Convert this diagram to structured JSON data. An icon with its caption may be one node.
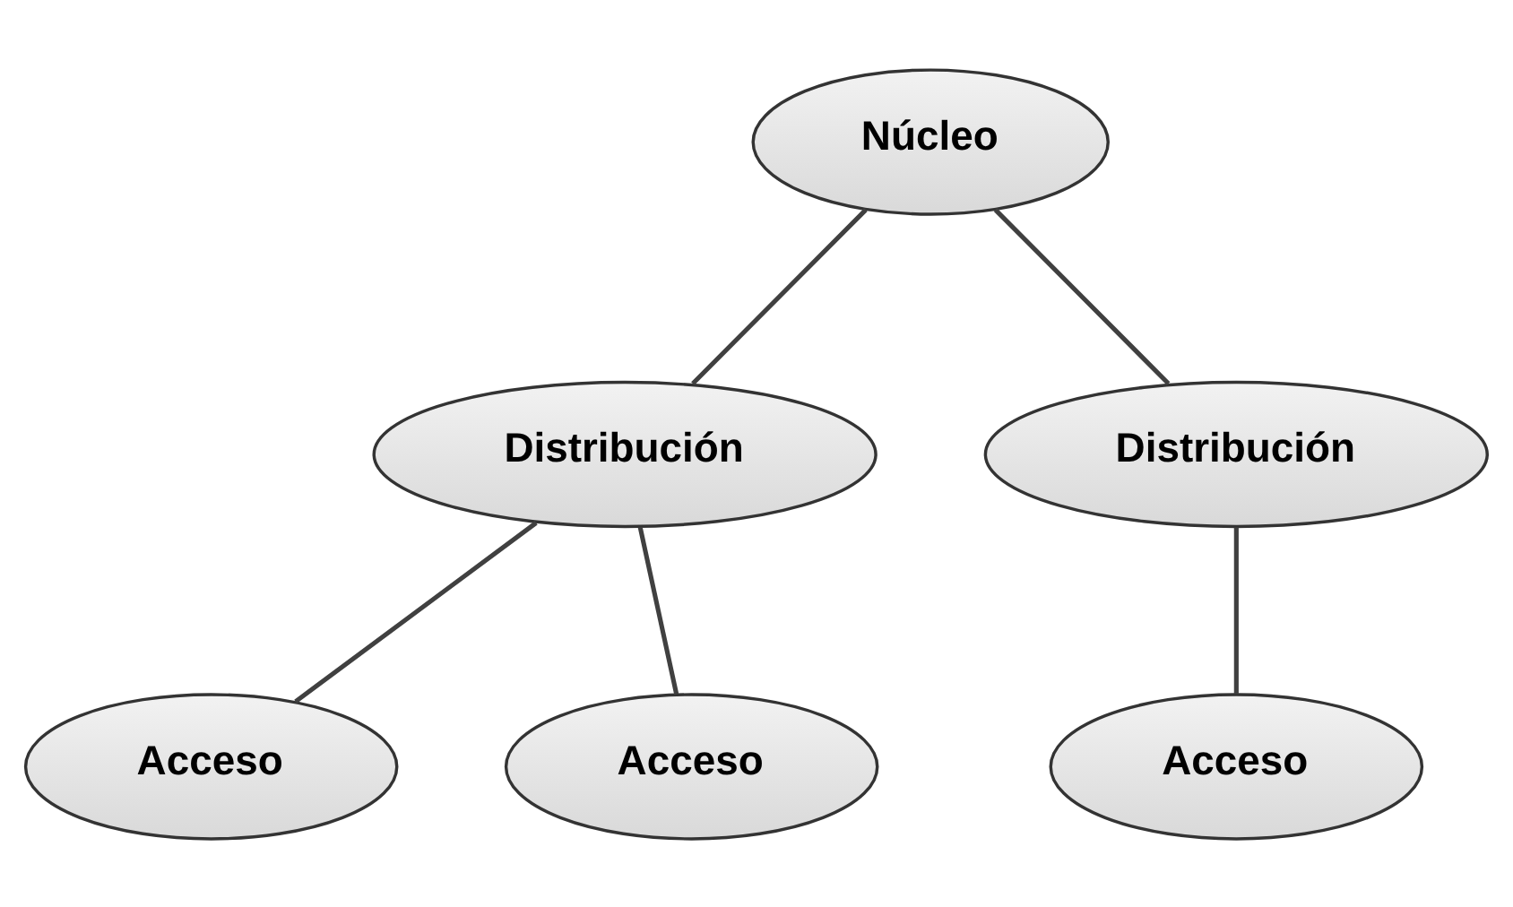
{
  "diagram": {
    "nodes": [
      {
        "text": [
          "Núcleo"
        ]
      },
      {
        "text": [
          "Distribución"
        ]
      },
      {
        "text": [
          "Distribución"
        ]
      },
      {
        "text": [
          "Acceso"
        ]
      },
      {
        "text": [
          "Acceso"
        ]
      },
      {
        "text": [
          "Acceso"
        ]
      }
    ],
    "edges": [
      {
        "from": 0,
        "to": 1,
        "arrow": "none"
      },
      {
        "from": 0,
        "to": 2,
        "arrow": "none"
      },
      {
        "from": 1,
        "to": 3,
        "arrow": "none"
      },
      {
        "from": 1,
        "to": 4,
        "arrow": "none"
      },
      {
        "from": 2,
        "to": 5,
        "arrow": "none"
      }
    ]
  }
}
